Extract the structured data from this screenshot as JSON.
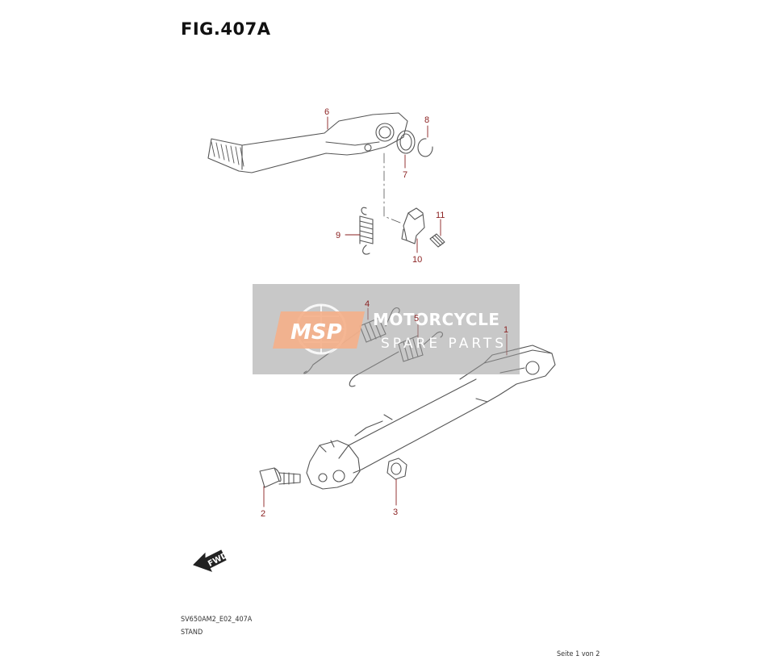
{
  "figure": {
    "title": "FIG.407A"
  },
  "callouts": [
    {
      "id": "1",
      "label": "1"
    },
    {
      "id": "2",
      "label": "2"
    },
    {
      "id": "3",
      "label": "3"
    },
    {
      "id": "4",
      "label": "4"
    },
    {
      "id": "5",
      "label": "5"
    },
    {
      "id": "6",
      "label": "6"
    },
    {
      "id": "7",
      "label": "7"
    },
    {
      "id": "8",
      "label": "8"
    },
    {
      "id": "9",
      "label": "9"
    },
    {
      "id": "10",
      "label": "10"
    },
    {
      "id": "11",
      "label": "11"
    }
  ],
  "watermark": {
    "logo": "MSP",
    "line1": "MOTORCYCLE",
    "line2": "SPARE PARTS"
  },
  "fwd_arrow": {
    "label": "FWD"
  },
  "footer": {
    "diagram_code": "SV650AM2_E02_407A",
    "group_name": "STAND",
    "page": "Seite 1 von 2"
  }
}
